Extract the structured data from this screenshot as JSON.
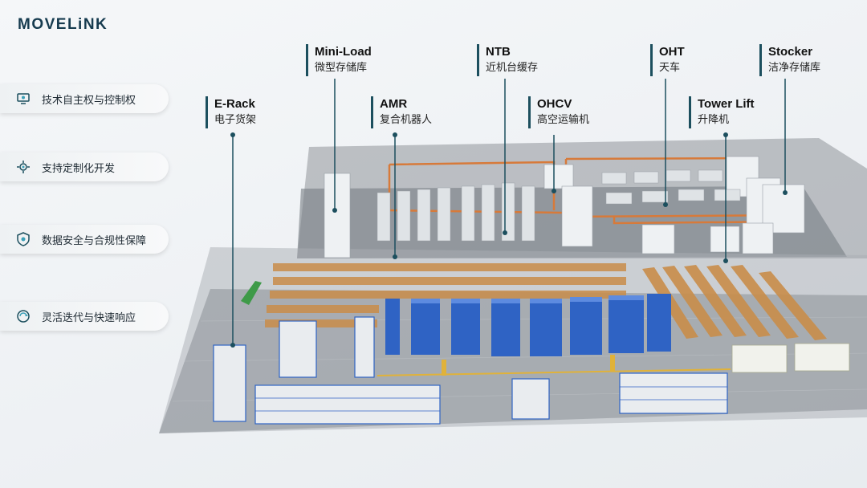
{
  "brand": {
    "name": "MOVELiNK"
  },
  "features": [
    {
      "label": "技术自主权与控制权",
      "icon": "monitor-settings-icon"
    },
    {
      "label": "支持定制化开发",
      "icon": "gear-icon"
    },
    {
      "label": "数据安全与合规性保障",
      "icon": "shield-icon"
    },
    {
      "label": "灵活迭代与快速响应",
      "icon": "cycle-icon"
    }
  ],
  "components": [
    {
      "en": "E-Rack",
      "cn": "电子货架"
    },
    {
      "en": "Mini-Load",
      "cn": "微型存储库"
    },
    {
      "en": "AMR",
      "cn": "复合机器人"
    },
    {
      "en": "NTB",
      "cn": "近机台缓存"
    },
    {
      "en": "OHCV",
      "cn": "高空运输机"
    },
    {
      "en": "OHT",
      "cn": "天车"
    },
    {
      "en": "Tower Lift",
      "cn": "升降机"
    },
    {
      "en": "Stocker",
      "cn": "洁净存储库"
    }
  ],
  "colors": {
    "accent": "#1c4f5e",
    "rack_blue": "#2f63c4",
    "rack_orange": "#c98d4a",
    "track_orange": "#d77a3a"
  }
}
